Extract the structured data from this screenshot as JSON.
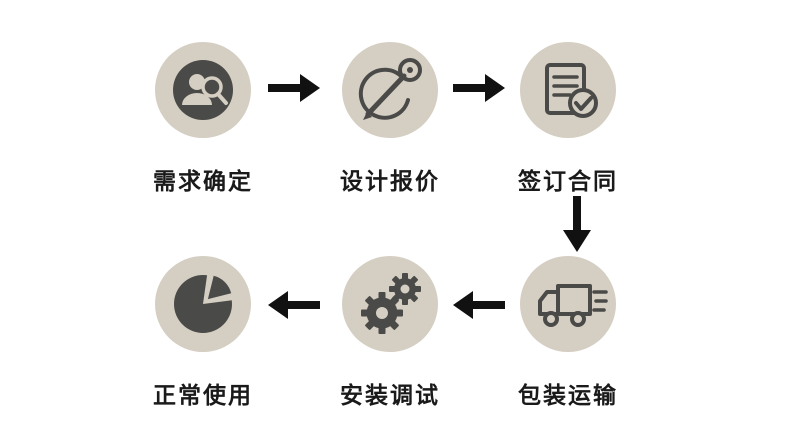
{
  "flow": {
    "steps": [
      {
        "label": "需求确定",
        "icon": "user-search-icon"
      },
      {
        "label": "设计报价",
        "icon": "design-compass-icon"
      },
      {
        "label": "签订合同",
        "icon": "contract-check-icon"
      },
      {
        "label": "包装运输",
        "icon": "delivery-truck-icon"
      },
      {
        "label": "安装调试",
        "icon": "gears-icon"
      },
      {
        "label": "正常使用",
        "icon": "pie-chart-icon"
      }
    ],
    "connectors": [
      {
        "from": "需求确定",
        "to": "设计报价",
        "direction": "right"
      },
      {
        "from": "设计报价",
        "to": "签订合同",
        "direction": "right"
      },
      {
        "from": "签订合同",
        "to": "包装运输",
        "direction": "down"
      },
      {
        "from": "包装运输",
        "to": "安装调试",
        "direction": "left"
      },
      {
        "from": "安装调试",
        "to": "正常使用",
        "direction": "left"
      }
    ],
    "colors": {
      "circle_bg": "#d5cec2",
      "icon": "#4a4a48",
      "arrow": "#111111",
      "text": "#1a1a1a"
    }
  }
}
